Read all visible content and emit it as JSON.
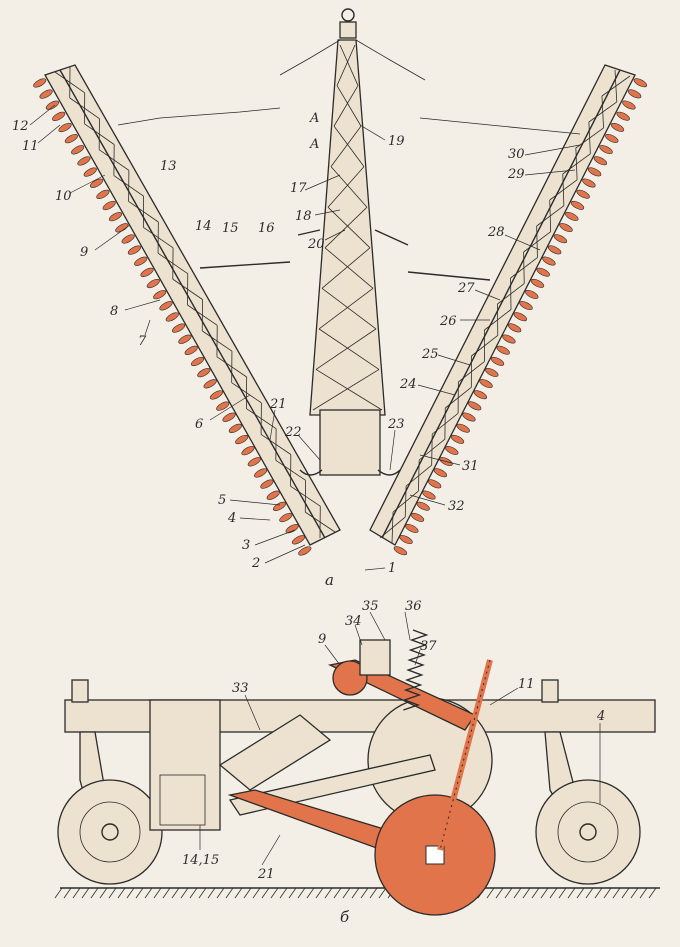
{
  "figure": {
    "top_caption": "а",
    "bottom_caption": "б"
  },
  "labels_top": [
    {
      "id": "12",
      "text": "12"
    },
    {
      "id": "11",
      "text": "11"
    },
    {
      "id": "13",
      "text": "13"
    },
    {
      "id": "10",
      "text": "10"
    },
    {
      "id": "9",
      "text": "9"
    },
    {
      "id": "14",
      "text": "14"
    },
    {
      "id": "15",
      "text": "15"
    },
    {
      "id": "16",
      "text": "16"
    },
    {
      "id": "8",
      "text": "8"
    },
    {
      "id": "7",
      "text": "7"
    },
    {
      "id": "6",
      "text": "6"
    },
    {
      "id": "21",
      "text": "21"
    },
    {
      "id": "22",
      "text": "22"
    },
    {
      "id": "23",
      "text": "23"
    },
    {
      "id": "5",
      "text": "5"
    },
    {
      "id": "4",
      "text": "4"
    },
    {
      "id": "3",
      "text": "3"
    },
    {
      "id": "2",
      "text": "2"
    },
    {
      "id": "1",
      "text": "1"
    },
    {
      "id": "17",
      "text": "17"
    },
    {
      "id": "18",
      "text": "18"
    },
    {
      "id": "19",
      "text": "19"
    },
    {
      "id": "20",
      "text": "20"
    },
    {
      "id": "A1",
      "text": "A"
    },
    {
      "id": "A2",
      "text": "A"
    },
    {
      "id": "30",
      "text": "30"
    },
    {
      "id": "29",
      "text": "29"
    },
    {
      "id": "28",
      "text": "28"
    },
    {
      "id": "27",
      "text": "27"
    },
    {
      "id": "26",
      "text": "26"
    },
    {
      "id": "25",
      "text": "25"
    },
    {
      "id": "24",
      "text": "24"
    },
    {
      "id": "31",
      "text": "31"
    },
    {
      "id": "32",
      "text": "32"
    }
  ],
  "labels_bottom": [
    {
      "id": "35",
      "text": "35"
    },
    {
      "id": "36",
      "text": "36"
    },
    {
      "id": "34",
      "text": "34"
    },
    {
      "id": "37",
      "text": "37"
    },
    {
      "id": "9b",
      "text": "9"
    },
    {
      "id": "11b",
      "text": "11"
    },
    {
      "id": "33",
      "text": "33"
    },
    {
      "id": "4b",
      "text": "4"
    },
    {
      "id": "1415",
      "text": "14,15"
    },
    {
      "id": "21b",
      "text": "21"
    }
  ],
  "colors": {
    "paper": "#f3efe6",
    "ink": "#2b2b2b",
    "frame_fill": "#ece2cf",
    "accent_orange": "#e2744b"
  }
}
